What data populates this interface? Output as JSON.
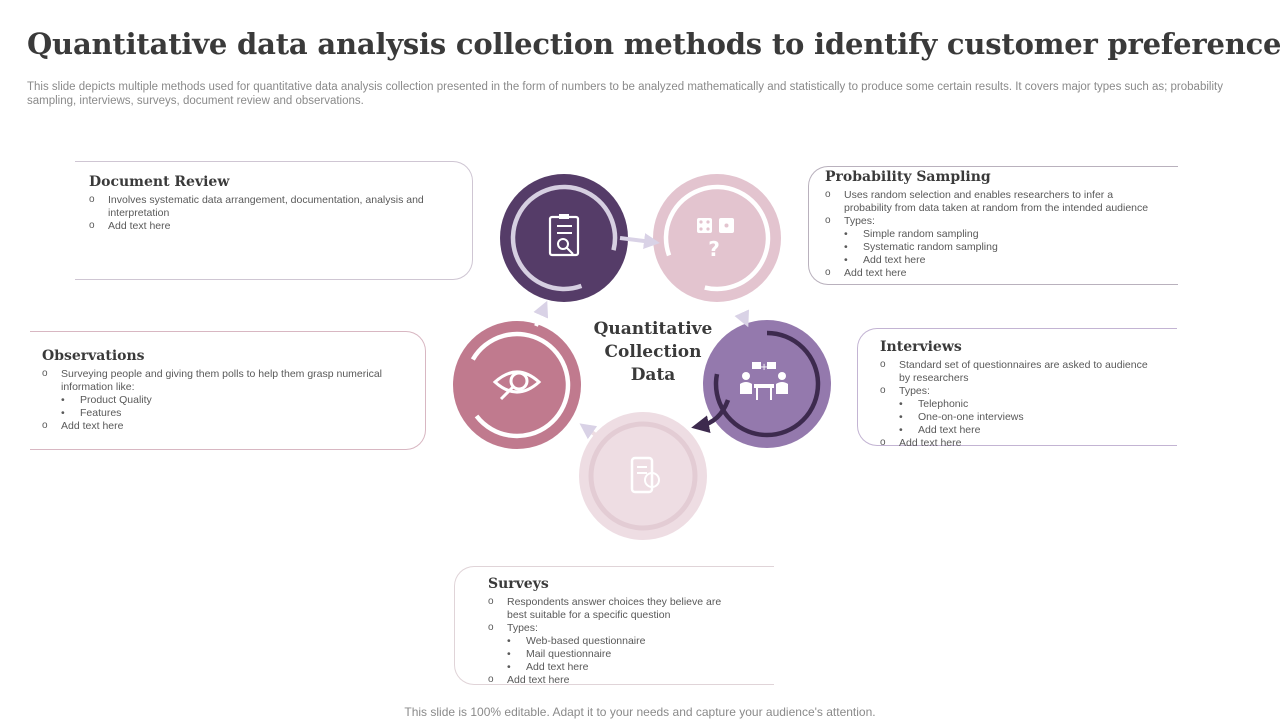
{
  "header": {
    "title": "Quantitative data analysis collection methods to identify customer preferences",
    "subtitle": "This slide depicts multiple methods used for quantitative data analysis collection presented in the form of numbers to be analyzed mathematically and statistically to produce some certain results. It covers major types such as; probability sampling, interviews, surveys, document review and observations."
  },
  "center": {
    "line1": "Quantitative",
    "line2": "Collection",
    "line3": "Data"
  },
  "colors": {
    "document_review": "#553c68",
    "probability_sampling": "#e3c4cf",
    "interviews": "#9479ad",
    "surveys": "#eedde3",
    "observations": "#c07a8e"
  },
  "icons": {
    "document_review": "clipboard-search-icon",
    "probability_sampling": "dice-question-icon",
    "interviews": "meeting-icon",
    "surveys": "tablet-check-icon",
    "observations": "eye-search-icon"
  },
  "cards": {
    "document_review": {
      "title": "Document Review",
      "items": [
        "Involves systematic data arrangement, documentation, analysis and interpretation",
        "Add text here"
      ]
    },
    "probability_sampling": {
      "title": "Probability Sampling",
      "item1": "Uses random selection and enables researchers to infer a probability from data taken at random from the intended audience",
      "item2": "Types:",
      "types": [
        "Simple random sampling",
        "Systematic random sampling",
        "Add text here"
      ],
      "item3": "Add text here"
    },
    "observations": {
      "title": "Observations",
      "item1": "Surveying people and giving them polls to help them grasp numerical information like:",
      "types": [
        "Product Quality",
        "Features"
      ],
      "item2": "Add text here"
    },
    "interviews": {
      "title": "Interviews",
      "item1": "Standard set of questionnaires are asked to audience by researchers",
      "item2": "Types:",
      "types": [
        "Telephonic",
        "One-on-one interviews",
        "Add text here"
      ],
      "item3": "Add text here"
    },
    "surveys": {
      "title": "Surveys",
      "item1": "Respondents answer choices they believe are best suitable for a specific question",
      "item2": "Types:",
      "types": [
        "Web-based questionnaire",
        "Mail questionnaire",
        "Add text here"
      ],
      "item3": "Add text here"
    }
  },
  "footer": "This slide is 100% editable. Adapt it to your needs and capture your audience's attention."
}
